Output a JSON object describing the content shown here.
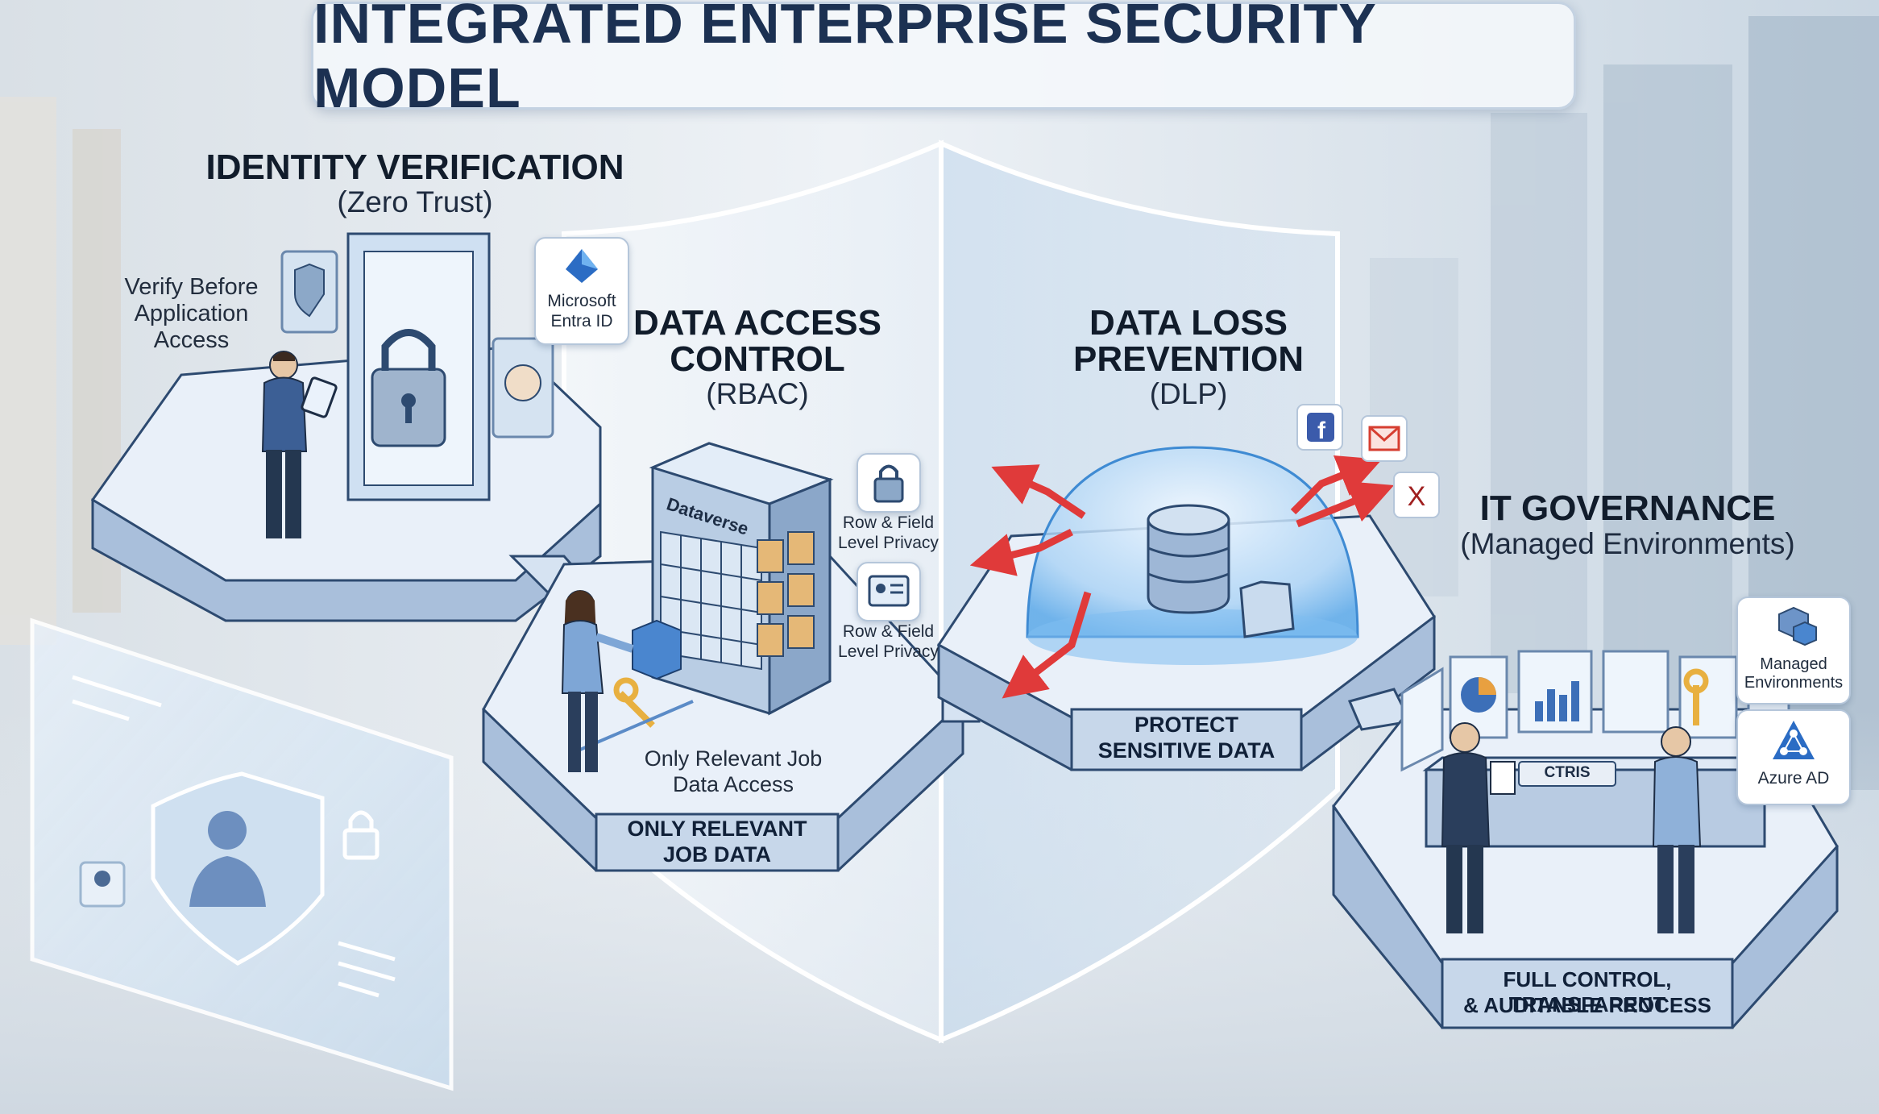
{
  "title": "INTEGRATED ENTERPRISE SECURITY MODEL",
  "sections": {
    "identity": {
      "heading": "IDENTITY VERIFICATION",
      "subheading": "(Zero Trust)",
      "note": "Verify Before Application Access",
      "badge": "Microsoft Entra ID",
      "icons": [
        "shield-icon",
        "lock-icon",
        "face-recognition-icon"
      ]
    },
    "data_access": {
      "heading_line1": "DATA ACCESS",
      "heading_line2": "CONTROL",
      "subheading": "(RBAC)",
      "building_label": "Dataverse",
      "privacy_1": "Row & Field Level Privacy",
      "privacy_2": "Row & Field Level Privacy",
      "note": "Only Relevant Job Data Access",
      "plate_line1": "ONLY RELEVANT",
      "plate_line2": "JOB DATA"
    },
    "dlp": {
      "heading_line1": "DATA LOSS",
      "heading_line2": "PREVENTION",
      "subheading": "(DLP)",
      "plate_line1": "PROTECT",
      "plate_line2": "SENSITIVE DATA",
      "icons": [
        "facebook-icon",
        "email-icon",
        "x-icon"
      ]
    },
    "governance": {
      "heading": "IT GOVERNANCE",
      "subheading": "(Managed Environments)",
      "card_1": "Managed Environments",
      "card_2": "Azure AD",
      "desk_label": "CTRIS",
      "plate_line1": "FULL CONTROL, TRANSPARENT",
      "plate_line2": "& AUDITABLE PROCESS"
    }
  },
  "colors": {
    "title": "#1c3152",
    "platform_top": "#e9f0f9",
    "platform_side": "#a9bfdb",
    "accent_blue": "#2b6cc4",
    "arrow_red": "#e03a3a"
  }
}
